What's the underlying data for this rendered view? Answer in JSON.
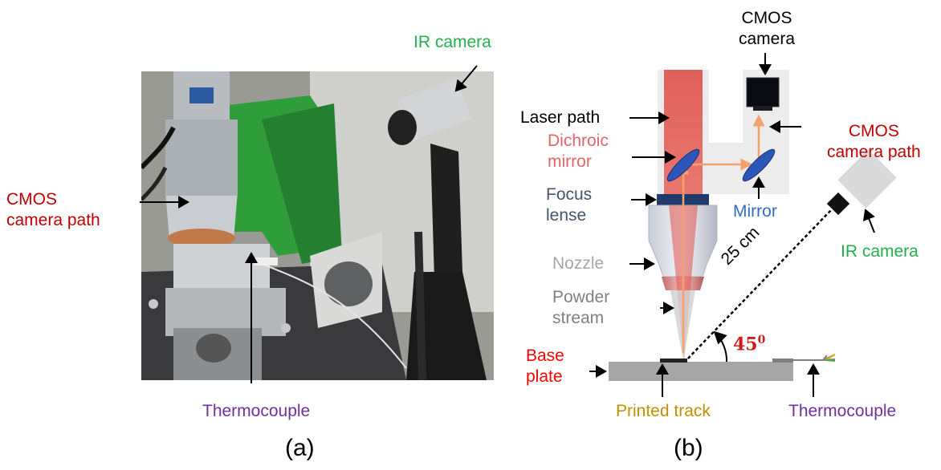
{
  "panel_a": {
    "caption": "(a)",
    "labels": {
      "ir_camera": "IR camera",
      "cmos_path": "CMOS\ncamera path",
      "thermocouple": "Thermocouple"
    }
  },
  "panel_b": {
    "caption": "(b)",
    "labels": {
      "cmos_camera": "CMOS\ncamera",
      "laser_path": "Laser path",
      "dichroic_mirror": "Dichroic\nmirror",
      "cmos_path": "CMOS\ncamera path",
      "focus_lense": "Focus\nlense",
      "mirror": "Mirror",
      "ir_camera": "IR camera",
      "nozzle": "Nozzle",
      "powder_stream": "Powder\nstream",
      "distance": "25 cm",
      "angle_value": "45",
      "angle_unit": "0",
      "base_plate": "Base\nplate",
      "printed_track": "Printed track",
      "thermocouple": "Thermocouple"
    }
  },
  "colors": {
    "ir_camera": "#22b14c",
    "cmos": "#c00000",
    "thermocouple": "#7030a0",
    "dichroic": "#e06666",
    "focus": "#44546a",
    "mirror": "#2e6fbd",
    "nozzle": "#a6a6a6",
    "powder": "#808080",
    "base_plate": "#ff0000",
    "printed_track": "#bf9000"
  }
}
